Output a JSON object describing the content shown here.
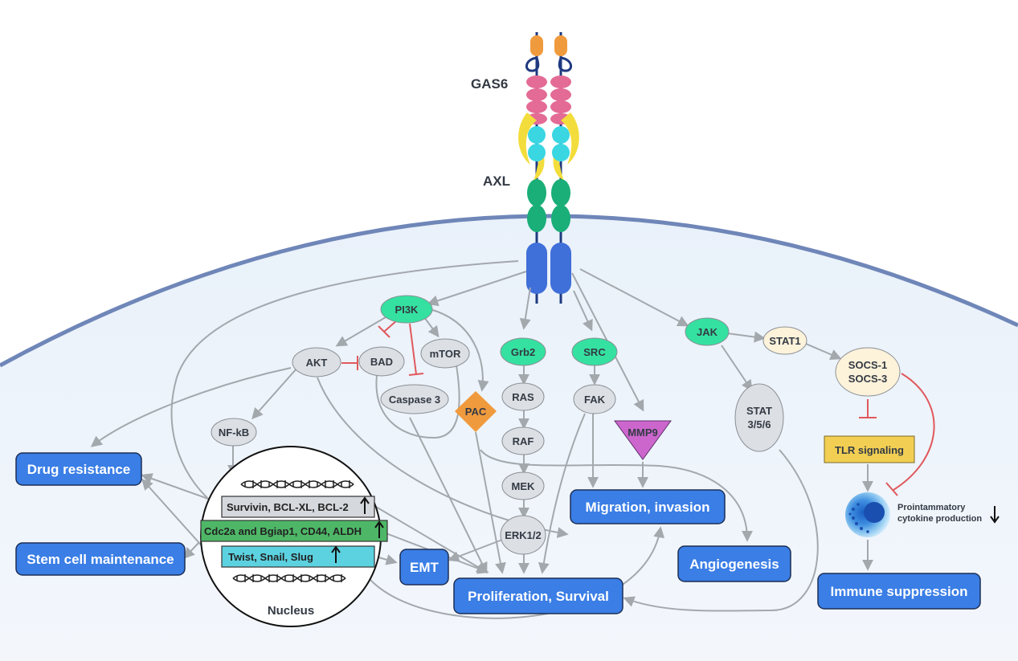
{
  "receptor": {
    "ligand_label": "GAS6",
    "receptor_label": "AXL"
  },
  "nodes": {
    "pi3k": "PI3K",
    "akt": "AKT",
    "bad": "BAD",
    "mtor": "mTOR",
    "caspase3": "Caspase 3",
    "nfkb": "NF-kB",
    "pac": "PAC",
    "grb2": "Grb2",
    "ras": "RAS",
    "raf": "RAF",
    "mek": "MEK",
    "erk": "ERK1/2",
    "src": "SRC",
    "fak": "FAK",
    "mmp9": "MMP9",
    "jak": "JAK",
    "stat1": "STAT1",
    "stat356_line1": "STAT",
    "stat356_line2": "3/5/6",
    "socs_line1": "SOCS-1",
    "socs_line2": "SOCS-3",
    "tlr": "TLR signaling"
  },
  "nucleus": {
    "label": "Nucleus",
    "genes": [
      {
        "text": "Survivin, BCL-XL, BCL-2",
        "color": "#d5d8dc"
      },
      {
        "text": "Cdc2a and Bgiap1, CD44, ALDH",
        "color": "#4eb767"
      },
      {
        "text": "Twist, Snail, Slug",
        "color": "#5cd2e0"
      }
    ]
  },
  "cytokine": {
    "line1": "Prointammatory",
    "line2": "cytokine production"
  },
  "outcomes": {
    "drug_resistance": "Drug resistance",
    "stem_cell": "Stem cell maintenance",
    "emt": "EMT",
    "proliferation": "Proliferation, Survival",
    "migration": "Migration, invasion",
    "angiogenesis": "Angiogenesis",
    "immune": "Immune suppression"
  },
  "colors": {
    "green_node": "#35e1a0",
    "gray_node": "#dcdfe3",
    "cream_node": "#fdf2da",
    "pac": "#f09a3e",
    "mmp9": "#cc66cc",
    "tlr": "#f2cf53",
    "outcome": "#3a7ee6",
    "membrane": "#6f86b8",
    "cytoplasm": "#eef4fb",
    "arrow": "#a3a8ad",
    "inhibit": "#e0595d"
  }
}
